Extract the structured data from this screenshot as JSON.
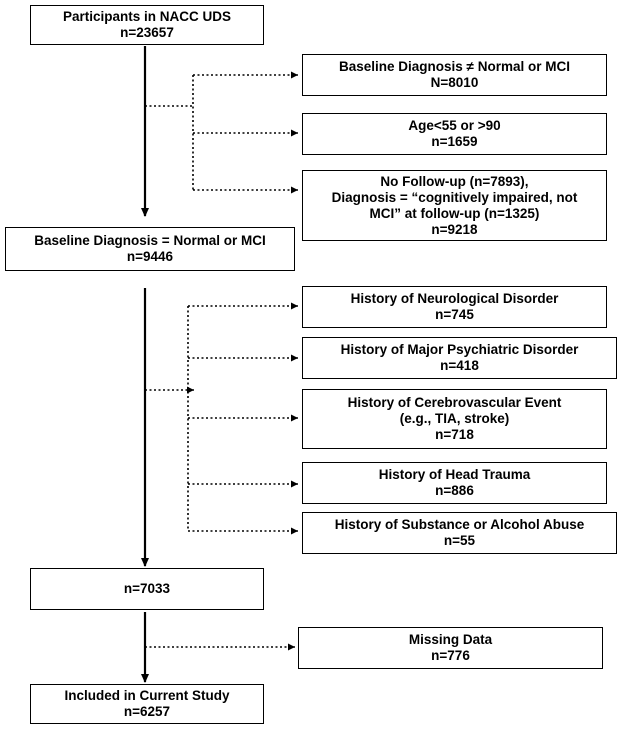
{
  "boxes": {
    "participants": {
      "title": "Participants in NACC UDS",
      "count": "n=23657"
    },
    "baseline_not_normal": {
      "title": "Baseline Diagnosis ≠ Normal or MCI",
      "count": "N=8010"
    },
    "age": {
      "title": "Age<55 or >90",
      "count": "n=1659"
    },
    "no_followup": {
      "line1": "No Follow-up  (n=7893),",
      "line2": "Diagnosis = “cognitively impaired, not",
      "line3": "MCI” at follow-up (n=1325)",
      "count": "n=9218"
    },
    "baseline_normal": {
      "title": "Baseline Diagnosis = Normal or MCI",
      "count": "n=9446"
    },
    "neuro": {
      "title": "History of Neurological Disorder",
      "count": "n=745"
    },
    "psych": {
      "title": "History of Major Psychiatric Disorder",
      "count": "n=418"
    },
    "cerebro": {
      "title": "History of Cerebrovascular Event",
      "subtitle": "(e.g., TIA, stroke)",
      "count": "n=718"
    },
    "head": {
      "title": "History of Head Trauma",
      "count": "n=886"
    },
    "substance": {
      "title": "History of Substance or Alcohol Abuse",
      "count": "n=55"
    },
    "n7033": {
      "count": "n=7033"
    },
    "missing": {
      "title": "Missing Data",
      "count": "n=776"
    },
    "included": {
      "title": "Included in Current Study",
      "count": "n=6257"
    }
  }
}
